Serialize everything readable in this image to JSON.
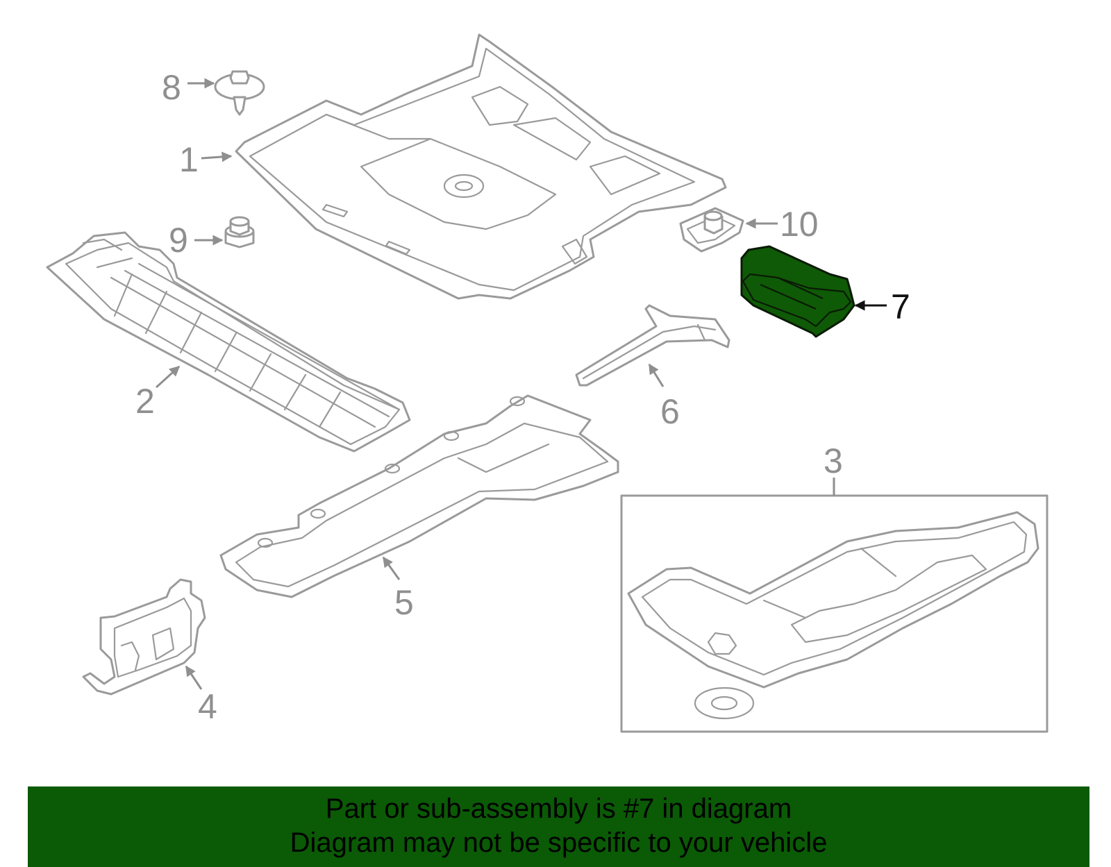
{
  "callouts": {
    "c1": "1",
    "c2": "2",
    "c3": "3",
    "c4": "4",
    "c5": "5",
    "c6": "6",
    "c7": "7",
    "c8": "8",
    "c9": "9",
    "c10": "10"
  },
  "highlight": {
    "part_number": "7",
    "color": "#0b5a06"
  },
  "banner": {
    "line1": "Part or sub-assembly is #7 in diagram",
    "line2": "Diagram may not be specific to your vehicle"
  }
}
